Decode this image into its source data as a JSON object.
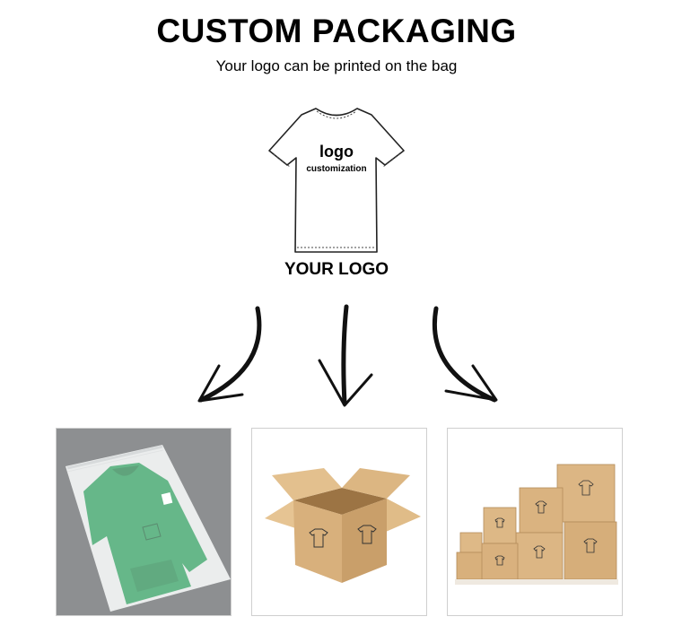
{
  "header": {
    "title": "CUSTOM PACKAGING",
    "subtitle": "Your logo can be printed on the bag"
  },
  "shirt": {
    "logo_text": "logo",
    "customization_text": "customization",
    "caption": "YOUR LOGO"
  },
  "arrows": {
    "icon": "hand-drawn-arrow",
    "count": 3
  },
  "panels": [
    {
      "name": "frosted-zipper-bag",
      "background": "#8d8f91",
      "garment_color": "#2c9c5c"
    },
    {
      "name": "single-cardboard-box",
      "background": "#ffffff",
      "box_color": "#d8b07c"
    },
    {
      "name": "stacked-cardboard-boxes",
      "background": "#ffffff",
      "box_color": "#dcb684"
    }
  ],
  "colors": {
    "ink": "#000000",
    "kraft": "#d8b07c"
  }
}
